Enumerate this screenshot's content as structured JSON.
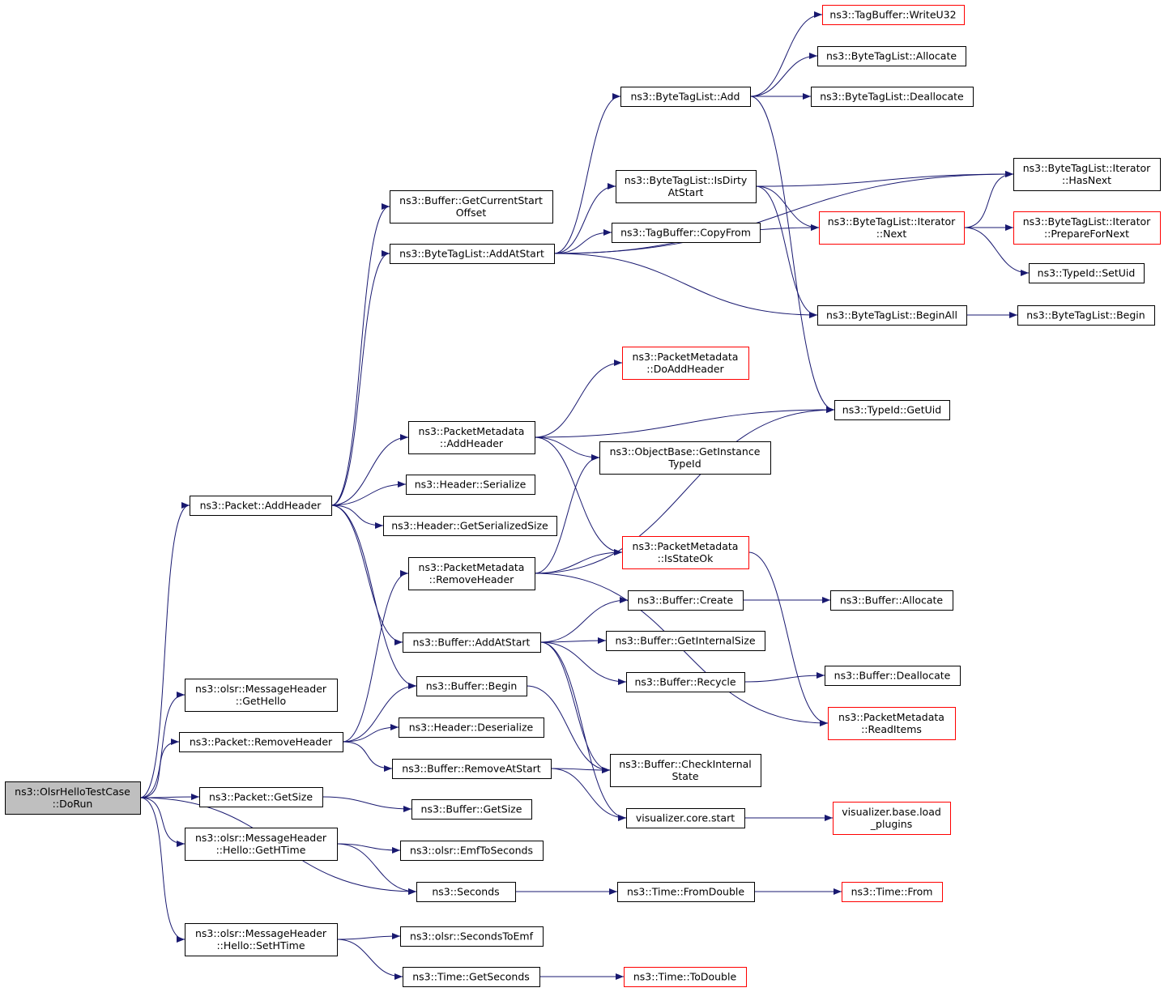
{
  "colors": {
    "edge": "#191970",
    "node_border": "#000000",
    "truncated_border": "#ff0000",
    "root_fill": "#bfbfbf",
    "node_fill": "#ffffff",
    "text": "#000000"
  },
  "nodes": [
    {
      "id": "dorun",
      "lines": [
        "ns3::OlsrHelloTestCase",
        "::DoRun"
      ],
      "root": true
    },
    {
      "id": "addheader",
      "lines": [
        "ns3::Packet::AddHeader"
      ]
    },
    {
      "id": "gethello",
      "lines": [
        "ns3::olsr::MessageHeader",
        "::GetHello"
      ]
    },
    {
      "id": "removeheader",
      "lines": [
        "ns3::Packet::RemoveHeader"
      ]
    },
    {
      "id": "getsize_pkt",
      "lines": [
        "ns3::Packet::GetSize"
      ]
    },
    {
      "id": "gethtime",
      "lines": [
        "ns3::olsr::MessageHeader",
        "::Hello::GetHTime"
      ]
    },
    {
      "id": "seconds",
      "lines": [
        "ns3::Seconds"
      ]
    },
    {
      "id": "sethtime",
      "lines": [
        "ns3::olsr::MessageHeader",
        "::Hello::SetHTime"
      ]
    },
    {
      "id": "getcurrentstart",
      "lines": [
        "ns3::Buffer::GetCurrentStart",
        "Offset"
      ]
    },
    {
      "id": "btl_addatstart",
      "lines": [
        "ns3::ByteTagList::AddAtStart"
      ]
    },
    {
      "id": "pm_addheader",
      "lines": [
        "ns3::PacketMetadata",
        "::AddHeader"
      ]
    },
    {
      "id": "hdr_serialize",
      "lines": [
        "ns3::Header::Serialize"
      ]
    },
    {
      "id": "hdr_getserialized",
      "lines": [
        "ns3::Header::GetSerializedSize"
      ]
    },
    {
      "id": "pm_removeheader",
      "lines": [
        "ns3::PacketMetadata",
        "::RemoveHeader"
      ]
    },
    {
      "id": "buf_addatstart",
      "lines": [
        "ns3::Buffer::AddAtStart"
      ]
    },
    {
      "id": "buf_begin",
      "lines": [
        "ns3::Buffer::Begin"
      ]
    },
    {
      "id": "hdr_deserialize",
      "lines": [
        "ns3::Header::Deserialize"
      ]
    },
    {
      "id": "buf_removeatstart",
      "lines": [
        "ns3::Buffer::RemoveAtStart"
      ]
    },
    {
      "id": "buf_getsize",
      "lines": [
        "ns3::Buffer::GetSize"
      ]
    },
    {
      "id": "emftoseconds",
      "lines": [
        "ns3::olsr::EmfToSeconds"
      ]
    },
    {
      "id": "secondstoemf",
      "lines": [
        "ns3::olsr::SecondsToEmf"
      ]
    },
    {
      "id": "time_getseconds",
      "lines": [
        "ns3::Time::GetSeconds"
      ]
    },
    {
      "id": "btl_add",
      "lines": [
        "ns3::ByteTagList::Add"
      ]
    },
    {
      "id": "btl_isdirty",
      "lines": [
        "ns3::ByteTagList::IsDirty",
        "AtStart"
      ]
    },
    {
      "id": "tb_copyfrom",
      "lines": [
        "ns3::TagBuffer::CopyFrom"
      ]
    },
    {
      "id": "pm_doaddheader",
      "lines": [
        "ns3::PacketMetadata",
        "::DoAddHeader"
      ],
      "truncated": true
    },
    {
      "id": "ob_getinstance",
      "lines": [
        "ns3::ObjectBase::GetInstance",
        "TypeId"
      ]
    },
    {
      "id": "pm_isstateok",
      "lines": [
        "ns3::PacketMetadata",
        "::IsStateOk"
      ],
      "truncated": true
    },
    {
      "id": "buf_create",
      "lines": [
        "ns3::Buffer::Create"
      ]
    },
    {
      "id": "buf_getinternal",
      "lines": [
        "ns3::Buffer::GetInternalSize"
      ]
    },
    {
      "id": "buf_recycle",
      "lines": [
        "ns3::Buffer::Recycle"
      ]
    },
    {
      "id": "buf_checkinternal",
      "lines": [
        "ns3::Buffer::CheckInternal",
        "State"
      ]
    },
    {
      "id": "viz_start",
      "lines": [
        "visualizer.core.start"
      ]
    },
    {
      "id": "time_fromdouble",
      "lines": [
        "ns3::Time::FromDouble"
      ]
    },
    {
      "id": "time_todouble",
      "lines": [
        "ns3::Time::ToDouble"
      ],
      "truncated": true
    },
    {
      "id": "tb_writeu32",
      "lines": [
        "ns3::TagBuffer::WriteU32"
      ],
      "truncated": true
    },
    {
      "id": "btl_allocate",
      "lines": [
        "ns3::ByteTagList::Allocate"
      ]
    },
    {
      "id": "btl_deallocate",
      "lines": [
        "ns3::ByteTagList::Deallocate"
      ]
    },
    {
      "id": "btl_it_next",
      "lines": [
        "ns3::ByteTagList::Iterator",
        "::Next"
      ],
      "truncated": true
    },
    {
      "id": "btl_beginall",
      "lines": [
        "ns3::ByteTagList::BeginAll"
      ]
    },
    {
      "id": "typeid_getuid",
      "lines": [
        "ns3::TypeId::GetUid"
      ]
    },
    {
      "id": "buf_allocate",
      "lines": [
        "ns3::Buffer::Allocate"
      ]
    },
    {
      "id": "buf_deallocate",
      "lines": [
        "ns3::Buffer::Deallocate"
      ]
    },
    {
      "id": "pm_readitems",
      "lines": [
        "ns3::PacketMetadata",
        "::ReadItems"
      ],
      "truncated": true
    },
    {
      "id": "viz_loadplugins",
      "lines": [
        "visualizer.base.load",
        "_plugins"
      ],
      "truncated": true
    },
    {
      "id": "time_from",
      "lines": [
        "ns3::Time::From"
      ],
      "truncated": true
    },
    {
      "id": "btl_it_hasnext",
      "lines": [
        "ns3::ByteTagList::Iterator",
        "::HasNext"
      ]
    },
    {
      "id": "btl_it_prepare",
      "lines": [
        "ns3::ByteTagList::Iterator",
        "::PrepareForNext"
      ],
      "truncated": true
    },
    {
      "id": "typeid_setuid",
      "lines": [
        "ns3::TypeId::SetUid"
      ]
    },
    {
      "id": "btl_begin",
      "lines": [
        "ns3::ByteTagList::Begin"
      ]
    }
  ],
  "edges": [
    [
      "dorun",
      "addheader"
    ],
    [
      "dorun",
      "gethello"
    ],
    [
      "dorun",
      "removeheader"
    ],
    [
      "dorun",
      "getsize_pkt"
    ],
    [
      "dorun",
      "gethtime"
    ],
    [
      "dorun",
      "seconds"
    ],
    [
      "dorun",
      "sethtime"
    ],
    [
      "addheader",
      "getcurrentstart"
    ],
    [
      "addheader",
      "btl_addatstart"
    ],
    [
      "addheader",
      "pm_addheader"
    ],
    [
      "addheader",
      "hdr_serialize"
    ],
    [
      "addheader",
      "hdr_getserialized"
    ],
    [
      "addheader",
      "buf_addatstart"
    ],
    [
      "addheader",
      "buf_begin"
    ],
    [
      "removeheader",
      "pm_removeheader"
    ],
    [
      "removeheader",
      "buf_begin"
    ],
    [
      "removeheader",
      "hdr_deserialize"
    ],
    [
      "removeheader",
      "buf_removeatstart"
    ],
    [
      "getsize_pkt",
      "buf_getsize"
    ],
    [
      "gethtime",
      "emftoseconds"
    ],
    [
      "gethtime",
      "seconds"
    ],
    [
      "sethtime",
      "secondstoemf"
    ],
    [
      "sethtime",
      "time_getseconds"
    ],
    [
      "seconds",
      "time_fromdouble"
    ],
    [
      "time_fromdouble",
      "time_from"
    ],
    [
      "time_getseconds",
      "time_todouble"
    ],
    [
      "btl_addatstart",
      "btl_add"
    ],
    [
      "btl_addatstart",
      "btl_isdirty"
    ],
    [
      "btl_addatstart",
      "tb_copyfrom"
    ],
    [
      "btl_addatstart",
      "btl_it_next"
    ],
    [
      "btl_addatstart",
      "btl_beginall"
    ],
    [
      "btl_addatstart",
      "btl_it_hasnext"
    ],
    [
      "btl_add",
      "tb_writeu32"
    ],
    [
      "btl_add",
      "btl_allocate"
    ],
    [
      "btl_add",
      "btl_deallocate"
    ],
    [
      "btl_add",
      "typeid_getuid"
    ],
    [
      "btl_isdirty",
      "btl_it_hasnext"
    ],
    [
      "btl_isdirty",
      "btl_it_next"
    ],
    [
      "btl_isdirty",
      "btl_beginall"
    ],
    [
      "btl_it_next",
      "btl_it_hasnext"
    ],
    [
      "btl_it_next",
      "btl_it_prepare"
    ],
    [
      "btl_it_next",
      "typeid_setuid"
    ],
    [
      "btl_beginall",
      "btl_begin"
    ],
    [
      "pm_addheader",
      "pm_doaddheader"
    ],
    [
      "pm_addheader",
      "typeid_getuid"
    ],
    [
      "pm_addheader",
      "ob_getinstance"
    ],
    [
      "pm_addheader",
      "pm_isstateok"
    ],
    [
      "pm_removeheader",
      "ob_getinstance"
    ],
    [
      "pm_removeheader",
      "typeid_getuid"
    ],
    [
      "pm_removeheader",
      "pm_isstateok"
    ],
    [
      "pm_removeheader",
      "pm_readitems"
    ],
    [
      "pm_isstateok",
      "pm_readitems"
    ],
    [
      "buf_addatstart",
      "buf_create"
    ],
    [
      "buf_addatstart",
      "buf_getinternal"
    ],
    [
      "buf_addatstart",
      "buf_recycle"
    ],
    [
      "buf_addatstart",
      "buf_checkinternal"
    ],
    [
      "buf_addatstart",
      "viz_start"
    ],
    [
      "buf_create",
      "buf_allocate"
    ],
    [
      "buf_recycle",
      "buf_deallocate"
    ],
    [
      "buf_begin",
      "buf_checkinternal"
    ],
    [
      "buf_removeatstart",
      "buf_checkinternal"
    ],
    [
      "buf_removeatstart",
      "viz_start"
    ],
    [
      "viz_start",
      "viz_loadplugins"
    ]
  ]
}
